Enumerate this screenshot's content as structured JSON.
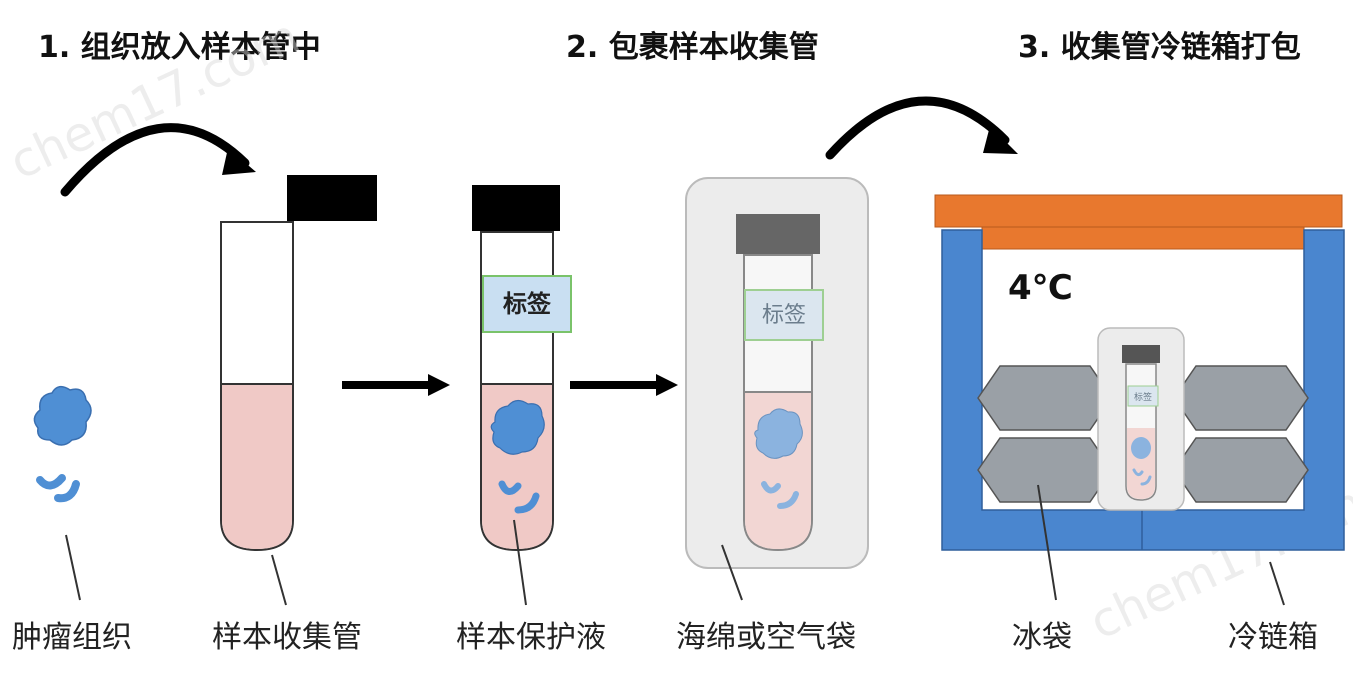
{
  "steps": [
    {
      "title": "1. 组织放入样本管中"
    },
    {
      "title": "2. 包裹样本收集管"
    },
    {
      "title": "3. 收集管冷链箱打包"
    }
  ],
  "captions": {
    "tumor": "肿瘤组织",
    "tube": "样本收集管",
    "liquid": "样本保护液",
    "sponge": "海绵或空气袋",
    "ice": "冰袋",
    "box": "冷链箱"
  },
  "labels": {
    "tag": "标签",
    "temperature": "4℃"
  },
  "watermarks": [
    "chem17.com",
    "chem17.com"
  ],
  "colors": {
    "tissue": "#4f8fd4",
    "liquid": "#f0c9c6",
    "cap": "#000000",
    "tag_fill": "#c9dff2",
    "tag_border": "#7ac36a",
    "box_blue": "#4a86cf",
    "box_lid": "#e8782e",
    "ice": "#9aa0a6"
  }
}
